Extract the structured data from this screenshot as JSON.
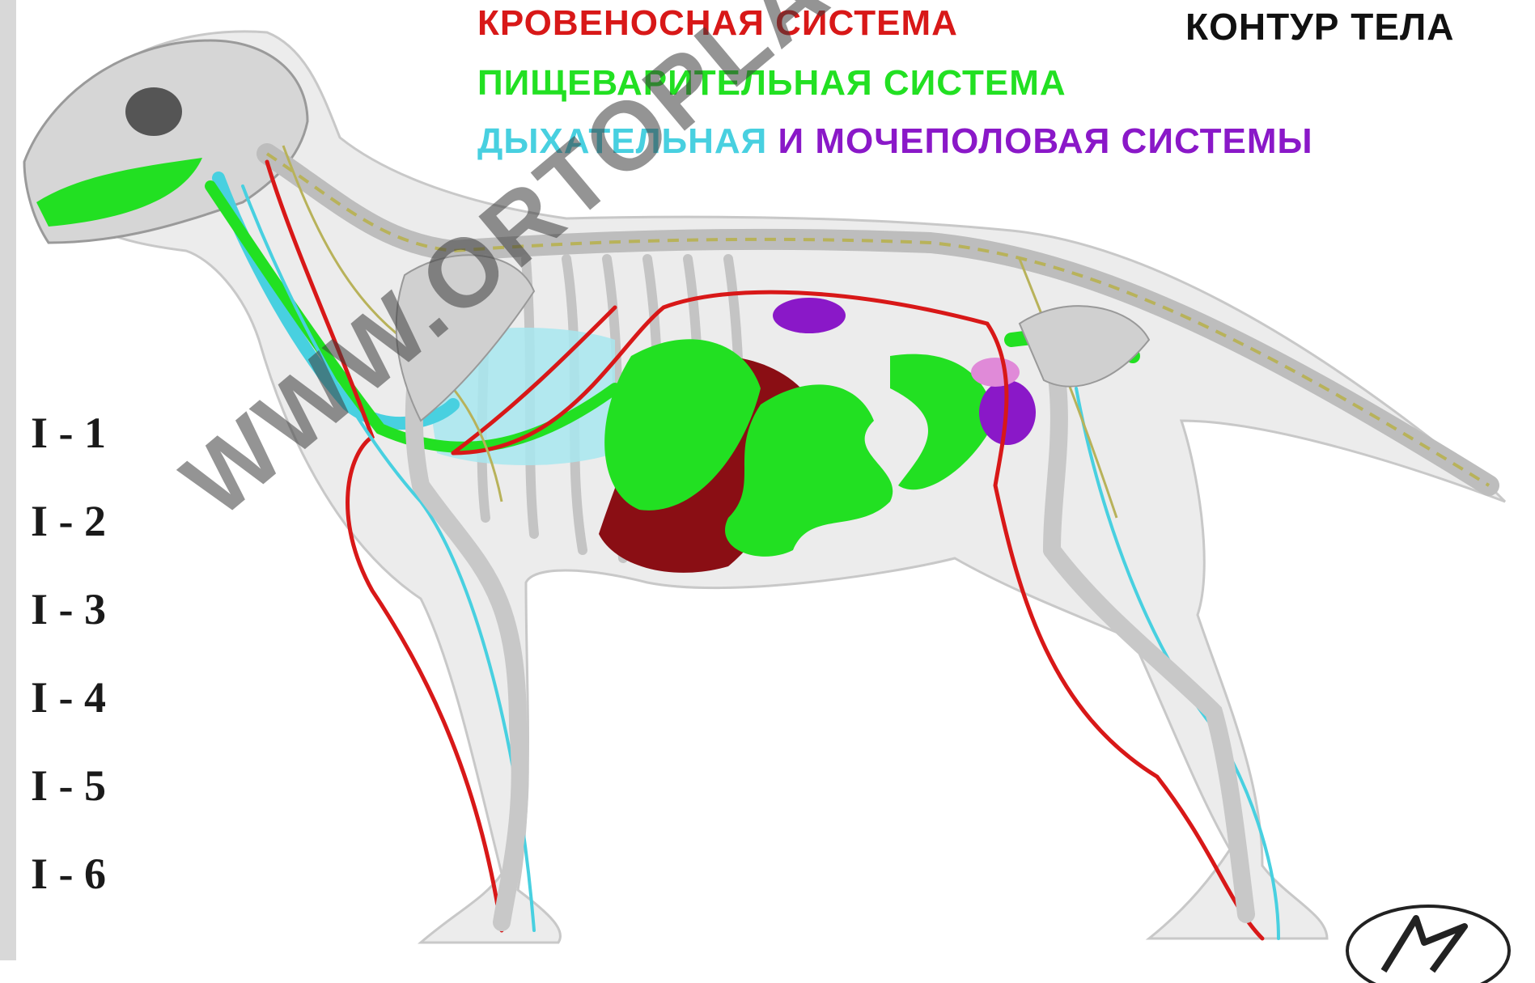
{
  "legend": {
    "blood": "КРОВЕНОСНАЯ СИСТЕМА",
    "digestive": "ПИЩЕВАРИТЕЛЬНАЯ СИСТЕМА",
    "respiratory": "ДЫХАТЕЛЬНАЯ",
    "connector": "И",
    "urogenital": "МОЧЕПОЛОВАЯ СИСТЕМЫ",
    "outline": "КОНТУР ТЕЛА"
  },
  "section_labels": [
    "I - 1",
    "I - 2",
    "I - 3",
    "I - 4",
    "I - 5",
    "I - 6"
  ],
  "watermark": "WWW.ORTOPLASTIKA.RU",
  "colors": {
    "blood": "#d81818",
    "digestive": "#22e022",
    "respiratory": "#48d0e0",
    "urogenital": "#8a18c8",
    "outline": "#111111",
    "liver": "#8a0e14",
    "bone": "#d4d4d4",
    "nerve": "#b8b25a",
    "body": "#ececec"
  }
}
